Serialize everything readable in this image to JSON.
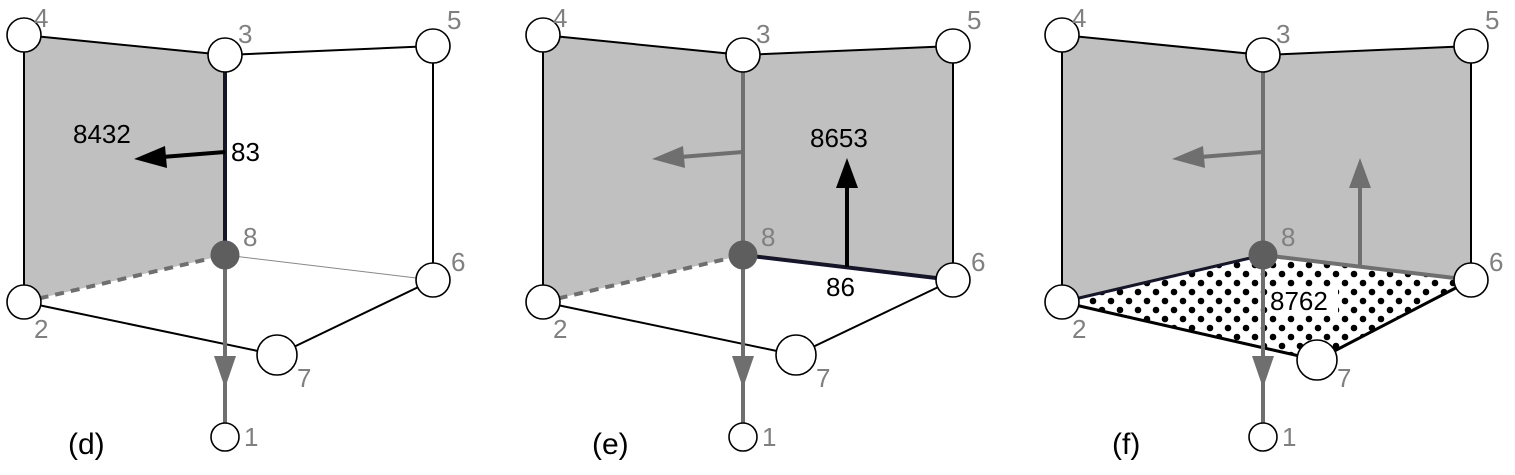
{
  "colors": {
    "face_gray": "#c0c0c0",
    "edge_black": "#000000",
    "edge_dark": "#15152b",
    "edge_gray": "#6f6f6f",
    "node_label_gray": "#808080",
    "center_node": "#5e5e5e"
  },
  "panels": [
    {
      "label": "(d)",
      "node_labels": [
        "1",
        "2",
        "3",
        "4",
        "5",
        "6",
        "7",
        "8"
      ],
      "face_labels": [
        "8432",
        "83"
      ]
    },
    {
      "label": "(e)",
      "node_labels": [
        "1",
        "2",
        "3",
        "4",
        "5",
        "6",
        "7",
        "8"
      ],
      "face_labels": [
        "8653",
        "86"
      ]
    },
    {
      "label": "(f)",
      "node_labels": [
        "1",
        "2",
        "3",
        "4",
        "5",
        "6",
        "7",
        "8"
      ],
      "face_labels": [
        "8762"
      ]
    }
  ]
}
